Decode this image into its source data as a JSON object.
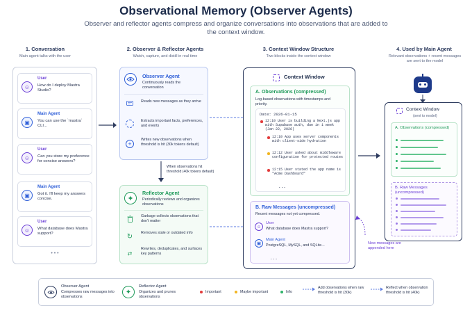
{
  "header": {
    "title": "Observational Memory (Observer Agents)",
    "subtitle": "Observer and reflector agents compress and organize conversations into observations that are added to the context window."
  },
  "sections": {
    "s1": {
      "title": "1. Conversation",
      "sub": "Main agent talks with the user"
    },
    "s2": {
      "title": "2. Observer & Reflector Agents",
      "sub": "Watch, capture, and distill in real time"
    },
    "s3": {
      "title": "3. Context Window Structure",
      "sub": "Two blocks inside the context window"
    },
    "s4": {
      "title": "4. Used by Main Agent",
      "sub": "Relevant observations + recent messages are sent to the model"
    }
  },
  "conversation": [
    {
      "role": "User",
      "text": "How do I deploy Mastra Studio?"
    },
    {
      "role": "Main Agent",
      "text": "You can use the `mastra` CLI..."
    },
    {
      "role": "User",
      "text": "Can you store my preference for concise answers?"
    },
    {
      "role": "Main Agent",
      "text": "Got it. I'll keep my answers concise."
    },
    {
      "role": "User",
      "text": "What database does Mastra support?"
    }
  ],
  "ellipsis": "• • •",
  "observer": {
    "title": "Observer Agent",
    "desc": "Continuously reads the conversation",
    "items": [
      "Reads new messages as they arrive",
      "Extracts important facts, preferences, and events",
      "Writes new observations when threshold is hit (30k tokens default)"
    ]
  },
  "threshold_note": "When observations hit threshold (40k tokens default)",
  "reflector": {
    "title": "Reflector Agent",
    "desc": "Periodically reviews and organizes observations",
    "items": [
      "Garbage collects observations that don't matter",
      "Removes stale or outdated info",
      "Rewrites, deduplicates, and surfaces key patterns"
    ]
  },
  "context_window": {
    "title": "Context Window",
    "obs_title": "A. Observations (compressed)",
    "obs_desc": "Log-based observations with timestamps and priority.",
    "date": "Date: 2026-01-15",
    "entries": [
      {
        "text": "12:10 User is building a Next.js app with Supabase auth, due in 1 week (Jan 22, 2026)",
        "color": "#e23b3b",
        "indent": false
      },
      {
        "text": "12:10 App uses server components with client-side hydration",
        "color": "#e23b3b",
        "indent": true
      },
      {
        "text": "12:12 User asked about middleware configuration for protected routes",
        "color": "#f2b520",
        "indent": true
      },
      {
        "text": "12:15 User stated the app name is \"Acme Dashboard\"",
        "color": "#e23b3b",
        "indent": true
      }
    ],
    "entries_more": "...",
    "raw_title": "B. Raw Messages (uncompressed)",
    "raw_desc": "Recent messages not yet compressed.",
    "raw": [
      {
        "role": "User",
        "text": "What database does Mastra support?"
      },
      {
        "role": "Main Agent",
        "text": "PostgreSQL, MySQL, and SQLite..."
      }
    ],
    "raw_more": "...",
    "appended_note": "New messages are appended here"
  },
  "main_agent_window": {
    "title": "Context Window",
    "sub": "(sent to model)",
    "obs_label": "A. Observations (compressed)",
    "raw_label": "B. Raw Messages (uncompressed)"
  },
  "legend": {
    "observer_title": "Observer Agent",
    "observer_desc": "Compresses raw messages into observations",
    "reflector_title": "Reflector Agent",
    "reflector_desc": "Organizes and prunes observations",
    "important": "Important",
    "maybe": "Maybe important",
    "info": "Info",
    "add_obs": "Add observations when raw threshold is hit (30k)",
    "reflect": "Reflect when observation threshold is hit (40k)"
  },
  "colors": {
    "important": "#e23b3b",
    "maybe": "#f2b520",
    "info": "#2fb36a",
    "purple": "#6b3fd6",
    "blue": "#2f5fd8",
    "green": "#1f9a5a"
  }
}
